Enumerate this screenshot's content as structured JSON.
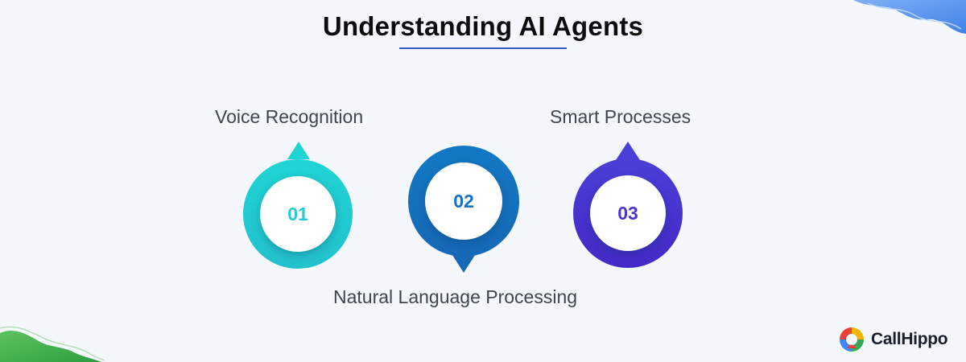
{
  "title": "Understanding AI Agents",
  "items": [
    {
      "number": "01",
      "label": "Voice Recognition",
      "color": "#1fcfcf",
      "pointer": "up"
    },
    {
      "number": "02",
      "label": "Natural Language Processing",
      "color": "#1573c2",
      "pointer": "down"
    },
    {
      "number": "03",
      "label": "Smart Processes",
      "color": "#4a34cf",
      "pointer": "up"
    }
  ],
  "colors": {
    "background": "#f4f7fc",
    "title": "#0d0d0d",
    "underline": "#2f5fc4",
    "label": "#3f4650"
  },
  "logo": {
    "text": "CallHippo",
    "icon": "callhippo-logo-icon"
  }
}
